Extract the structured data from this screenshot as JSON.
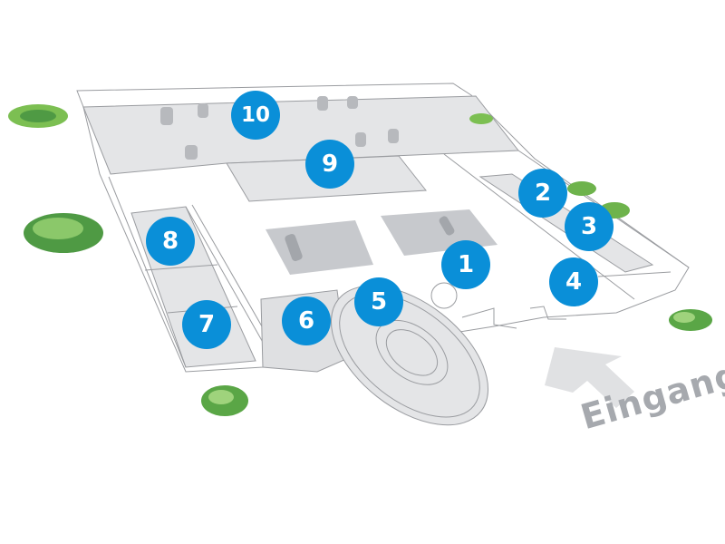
{
  "map": {
    "entrance_label": "Eingang",
    "marker_color": "#0a8fd8",
    "markers": [
      {
        "label": "1"
      },
      {
        "label": "2"
      },
      {
        "label": "3"
      },
      {
        "label": "4"
      },
      {
        "label": "5"
      },
      {
        "label": "6"
      },
      {
        "label": "7"
      },
      {
        "label": "8"
      },
      {
        "label": "9"
      },
      {
        "label": "10"
      }
    ]
  }
}
